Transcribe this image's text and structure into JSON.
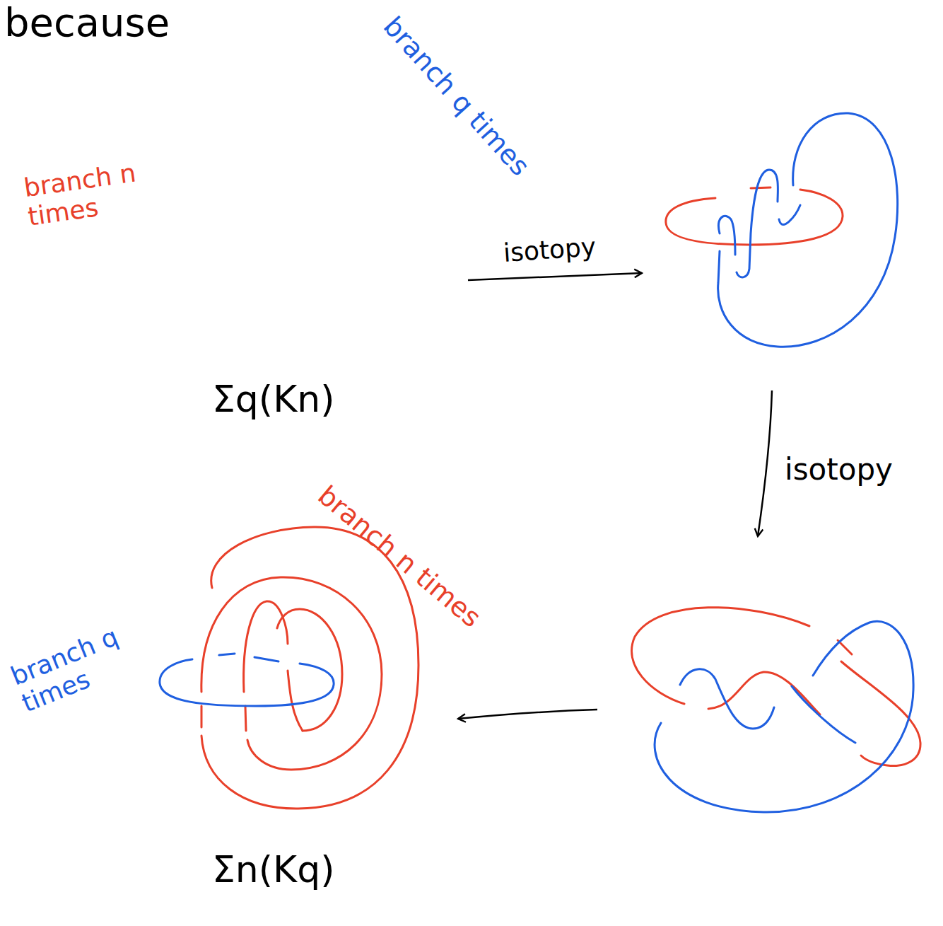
{
  "diagram": {
    "labels": [
      "because",
      "branch q times",
      "branch n times",
      "isotopy",
      "isotopy",
      "Σq(Kn)",
      "branch n times",
      "branch q times",
      "Σn(Kq)"
    ]
  }
}
